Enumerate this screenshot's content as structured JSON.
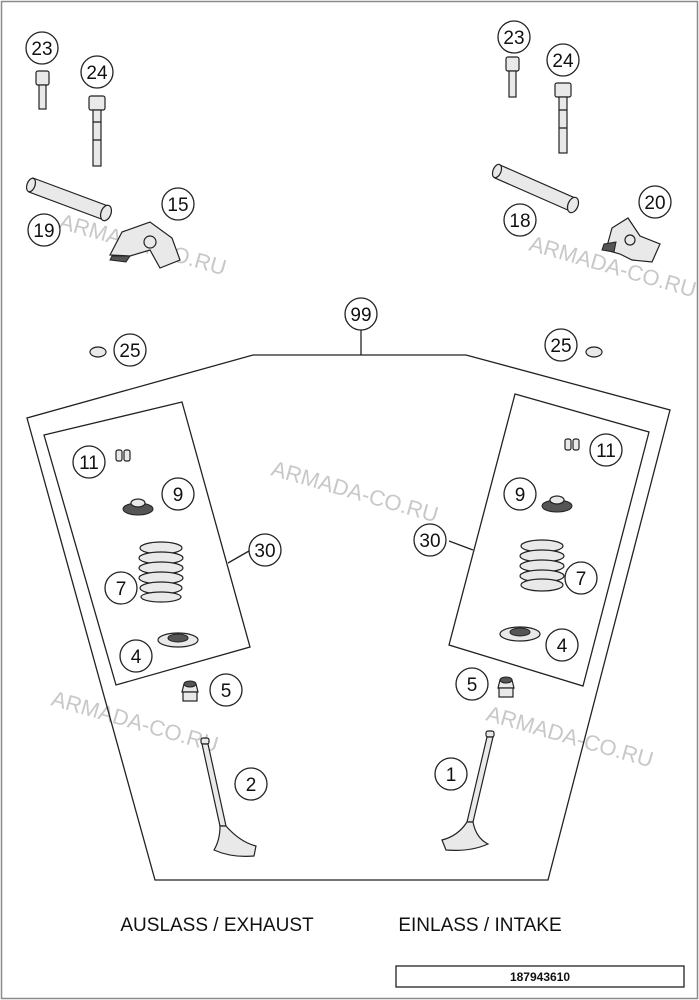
{
  "callouts": {
    "c23_left": "23",
    "c24_left": "24",
    "c19": "19",
    "c15": "15",
    "c23_right": "23",
    "c24_right": "24",
    "c18": "18",
    "c20": "20",
    "c99": "99",
    "c25_left": "25",
    "c25_right": "25",
    "c11_left": "11",
    "c9_left": "9",
    "c30_left": "30",
    "c7_left": "7",
    "c4_left": "4",
    "c5_left": "5",
    "c2": "2",
    "c11_right": "11",
    "c9_right": "9",
    "c30_right": "30",
    "c7_right": "7",
    "c4_right": "4",
    "c5_right": "5",
    "c1": "1"
  },
  "watermark": "ARMADA-CO.RU",
  "labels": {
    "exhaust": "AUSLASS / EXHAUST",
    "intake": "EINLASS / INTAKE"
  },
  "reference_number": "187943610",
  "colors": {
    "border": "#8a8a8a",
    "line": "#222222",
    "watermark": "#c8c8c8"
  }
}
